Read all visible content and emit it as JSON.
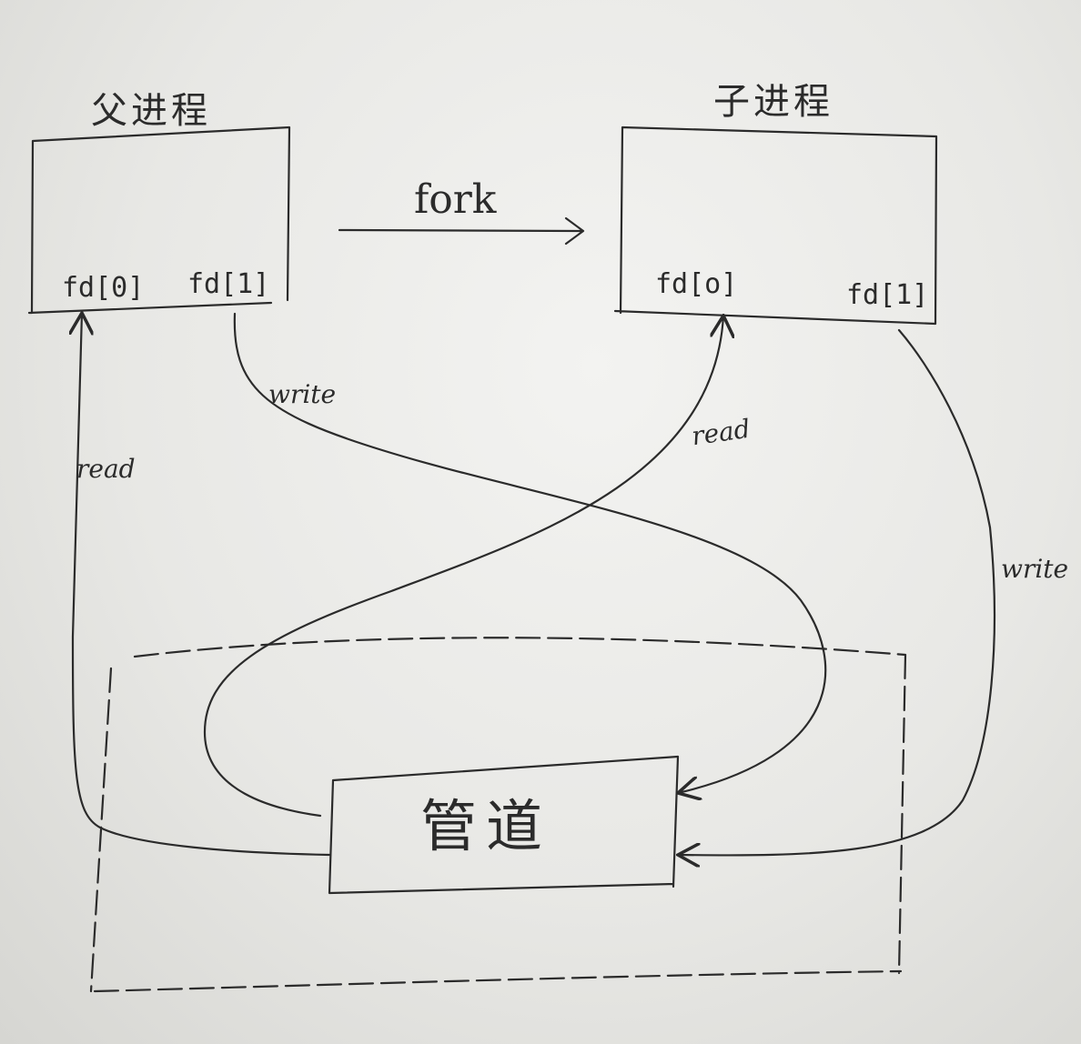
{
  "parent": {
    "title": "父进程",
    "fd0": "fd[0]",
    "fd1": "fd[1]"
  },
  "child": {
    "title": "子进程",
    "fd0": "fd[o]",
    "fd1": "fd[1]"
  },
  "fork_label": "fork",
  "pipe_label": "管道",
  "edges": {
    "parent_write": "write",
    "parent_read": "read",
    "child_read": "read",
    "child_write": "write"
  }
}
